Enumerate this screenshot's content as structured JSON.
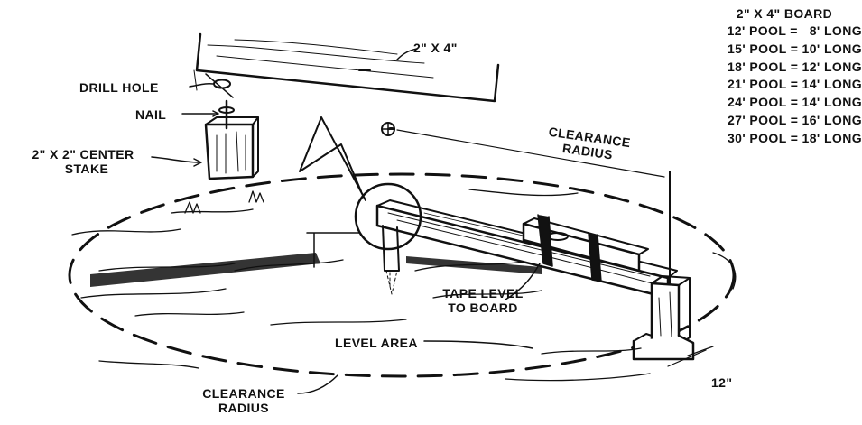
{
  "labels": {
    "board_top": "2\" X 4\"",
    "drill_hole": "DRILL HOLE",
    "nail": "NAIL",
    "center_stake_line1": "2\" X 2\" CENTER",
    "center_stake_line2": "STAKE",
    "clearance_radius_top_line1": "CLEARANCE",
    "clearance_radius_top_line2": "RADIUS",
    "tape_level_line1": "TAPE LEVEL",
    "tape_level_line2": "TO BOARD",
    "level_area": "LEVEL AREA",
    "twelve_inch": "12\"",
    "clearance_radius_bottom_line1": "CLEARANCE",
    "clearance_radius_bottom_line2": "RADIUS"
  },
  "board_table": {
    "title": "2\" X 4\" BOARD",
    "rows": [
      "12' POOL =   8' LONG",
      "15' POOL = 10' LONG",
      "18' POOL = 12' LONG",
      "21' POOL = 14' LONG",
      "24' POOL = 14' LONG",
      "27' POOL = 16' LONG",
      "30' POOL = 18' LONG"
    ]
  },
  "colors": {
    "ink": "#111111",
    "paper": "#ffffff"
  }
}
